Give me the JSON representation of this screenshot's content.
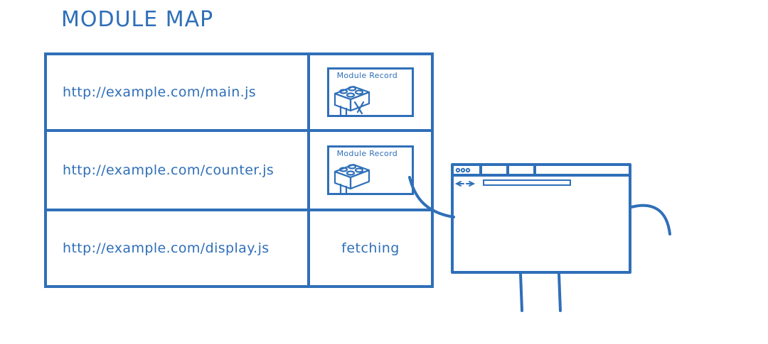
{
  "title": "MODULE MAP",
  "rows": [
    {
      "url": "http://example.com/main.js",
      "value_type": "module-record",
      "record_label": "Module Record"
    },
    {
      "url": "http://example.com/counter.js",
      "value_type": "module-record",
      "record_label": "Module Record"
    },
    {
      "url": "http://example.com/display.js",
      "value_type": "status",
      "status": "fetching"
    }
  ],
  "colors": {
    "stroke": "#2f6fb8",
    "background": "#ffffff"
  }
}
